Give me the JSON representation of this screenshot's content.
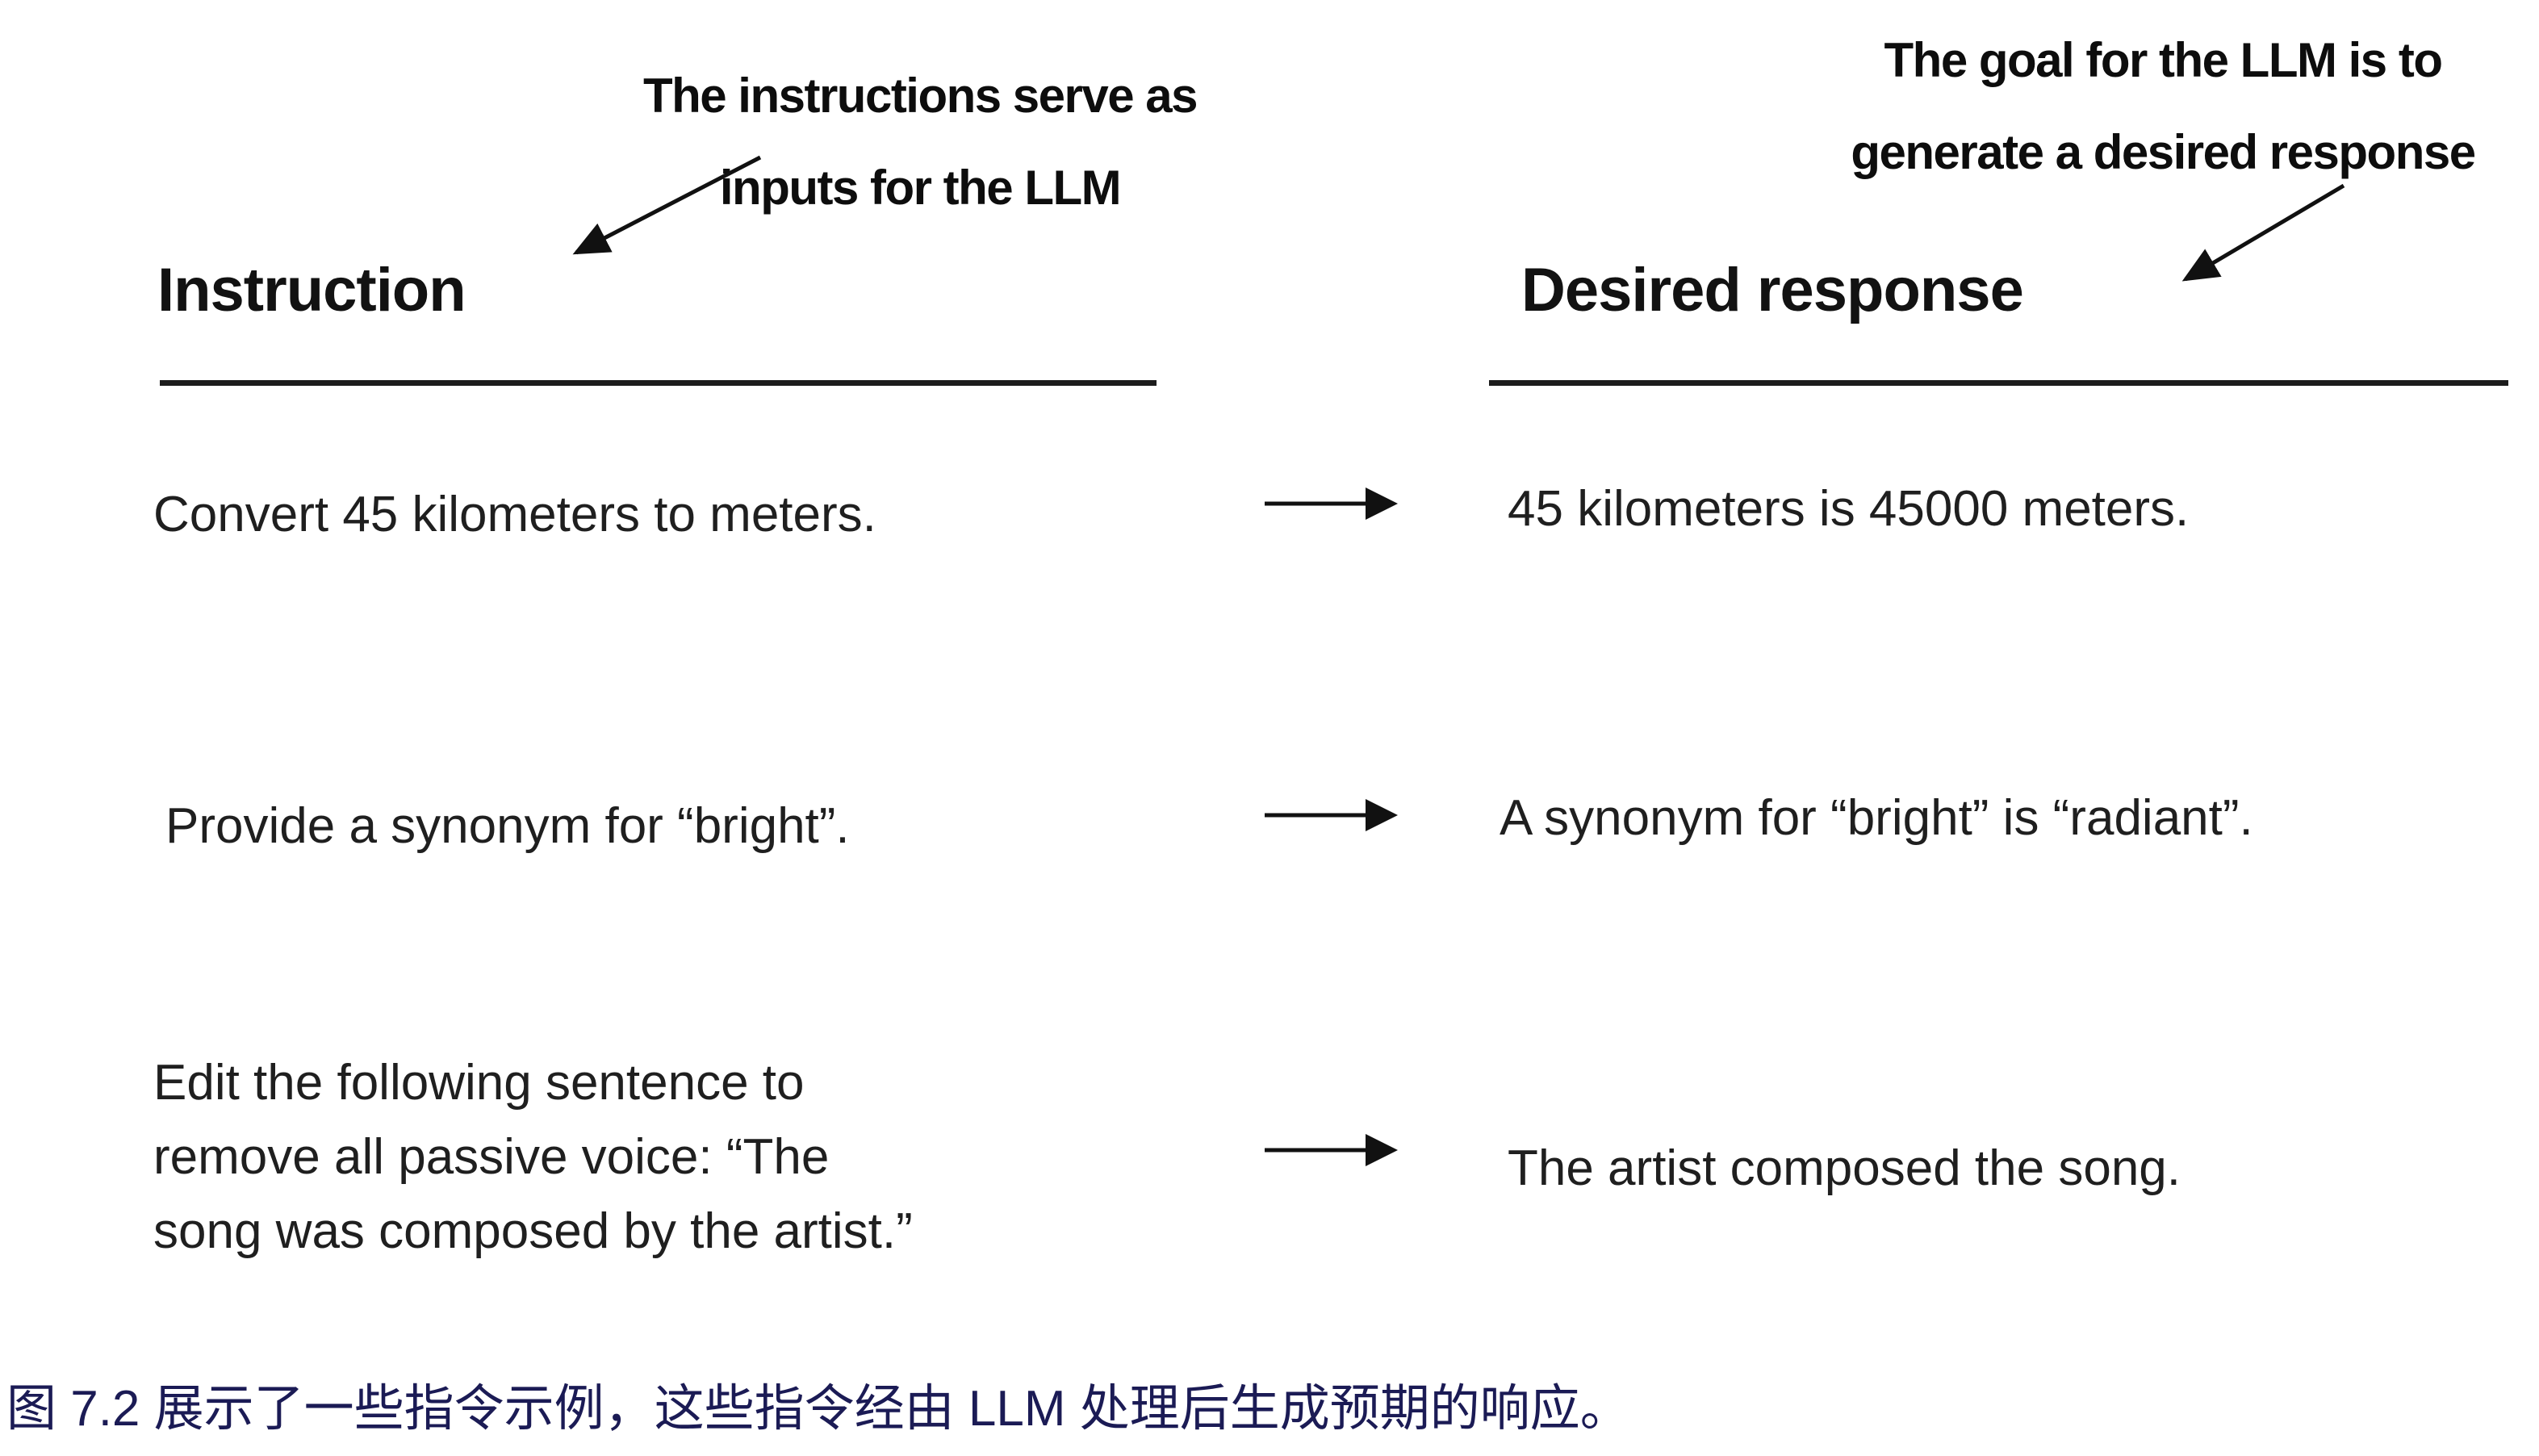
{
  "annotations": {
    "left": {
      "lines": [
        "The instructions serve as",
        "inputs for the LLM"
      ]
    },
    "right": {
      "lines": [
        "The goal for the LLM is to",
        "generate a desired response"
      ]
    }
  },
  "columns": {
    "left": {
      "title": "Instruction"
    },
    "right": {
      "title": "Desired response"
    }
  },
  "rows": [
    {
      "instruction_lines": [
        "Convert 45 kilometers to meters."
      ],
      "response": "45 kilometers is 45000 meters."
    },
    {
      "instruction_lines": [
        "Provide a synonym for “bright”."
      ],
      "response": "A synonym for “bright” is “radiant”."
    },
    {
      "instruction_lines": [
        "Edit the following sentence to",
        "remove all passive voice: “The",
        "song was composed by the artist.”"
      ],
      "response": "The artist composed the song."
    }
  ],
  "caption": {
    "text": "图 7.2 展示了一些指令示例，这些指令经由 LLM 处理后生成预期的响应。"
  },
  "colors": {
    "text": "#1f1f1f",
    "heading": "#121212",
    "rule": "#1c1c1c",
    "arrow": "#111111",
    "caption": "#1b1b55",
    "background": "#ffffff"
  }
}
